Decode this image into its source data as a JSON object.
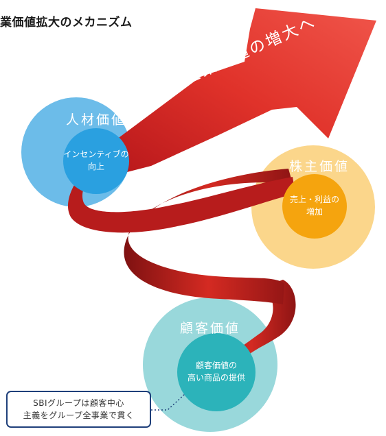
{
  "title": "業価値拡大のメカニズム",
  "arrow_label": "企業価値の増大へ",
  "circles": {
    "human": {
      "title": "人材価値",
      "center": "インセンティブの\n向上",
      "outer_color": "#58b3e6",
      "inner_color": "#2aa0e0"
    },
    "shareholder": {
      "title": "株主価値",
      "center": "売上・利益の\n増加",
      "outer_color": "#fbd27e",
      "inner_color": "#f5a40e"
    },
    "customer": {
      "title": "顧客価値",
      "center": "顧客価値の\n高い商品の提供",
      "outer_color": "#8ed4d7",
      "inner_color": "#2cb3ba"
    }
  },
  "callout": {
    "text": "SBIグループは顧客中心\n主義をグループ全事業で貫く",
    "border_color": "#1e3f7a"
  },
  "colors": {
    "arrow_red": "#d92a22",
    "arrow_dark": "#8e1414"
  }
}
